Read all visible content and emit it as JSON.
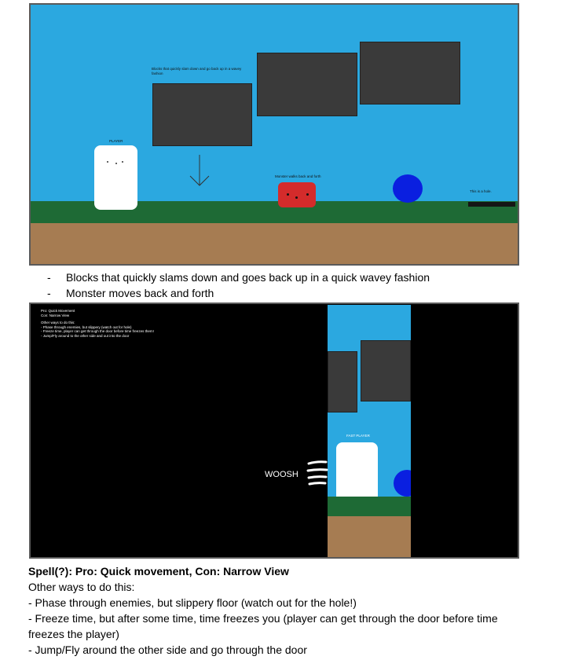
{
  "panel1": {
    "block_note": "Blocks that quickly slam down and go back up in a wavey fashion",
    "player_label": "PLAYER",
    "monster_label": "Monster walks back and forth",
    "hole_label": "This is a hole.",
    "colors": {
      "sky": "#2ba8e0",
      "grass": "#1e6a35",
      "dirt": "#a67c52",
      "block": "#3a3a3a",
      "monster": "#d42b2b",
      "ball": "#0a1fe0"
    }
  },
  "bullets": [
    {
      "dash": "-",
      "text": "Blocks that quickly slams down and goes back up in a quick wavey fashion"
    },
    {
      "dash": "-",
      "text": "Monster moves back and forth"
    }
  ],
  "panel2": {
    "notes": [
      "Pro: Quick Movement",
      "Con: Narrow View",
      "",
      "Other ways to do this:",
      "- Phase through enemies, but slippery (watch out for hole)",
      "- Freeze time, player can get through the door before time freezes them!",
      "- Jump/Fly around to the other side and out into the door"
    ],
    "fast_player_label": "FAST PLAYER",
    "woosh": "WOOSH"
  },
  "spell_heading": "Spell(?): Pro: Quick movement, Con: Narrow View",
  "other_ways": "Other ways to do this:",
  "options": [
    "- Phase through enemies, but slippery floor (watch out for the hole!)",
    "- Freeze time, but after some time, time freezes you (player can get through the door before time",
    "freezes the player)",
    "- Jump/Fly around the other side and go through the door"
  ]
}
